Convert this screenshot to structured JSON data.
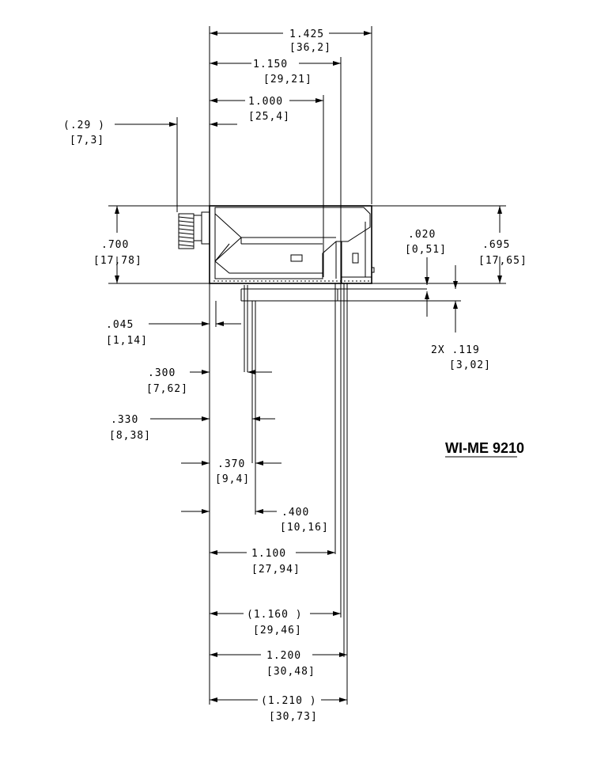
{
  "drawing_id": "WI-ME 9210",
  "dimensions": {
    "overall_length": {
      "in": "1.425",
      "mm": "[36,2]"
    },
    "len_1150": {
      "in": "1.150",
      "mm": "[29,21]"
    },
    "len_1000": {
      "in": "1.000",
      "mm": "[25,4]"
    },
    "connector": {
      "in": "(.29   )",
      "mm": "[7,3]"
    },
    "height_700": {
      "in": ".700",
      "mm": "[17,78]"
    },
    "height_695": {
      "in": ".695",
      "mm": "[17,65]"
    },
    "standoff_020": {
      "in": ".020",
      "mm": "[0,51]"
    },
    "pin_045": {
      "in": ".045",
      "mm": "[1,14]"
    },
    "pin_119": {
      "in": "2X  .119",
      "mm": "[3,02]"
    },
    "pin_300": {
      "in": ".300",
      "mm": "[7,62]"
    },
    "pin_330": {
      "in": ".330",
      "mm": "[8,38]"
    },
    "pin_370": {
      "in": ".370",
      "mm": "[9,4]"
    },
    "pin_400": {
      "in": ".400",
      "mm": "[10,16]"
    },
    "pin_1100": {
      "in": "1.100",
      "mm": "[27,94]"
    },
    "pin_1160": {
      "in": "(1.160   )",
      "mm": "[29,46]"
    },
    "pin_1200": {
      "in": "1.200",
      "mm": "[30,48]"
    },
    "pin_1210": {
      "in": "(1.210   )",
      "mm": "[30,73]"
    }
  }
}
